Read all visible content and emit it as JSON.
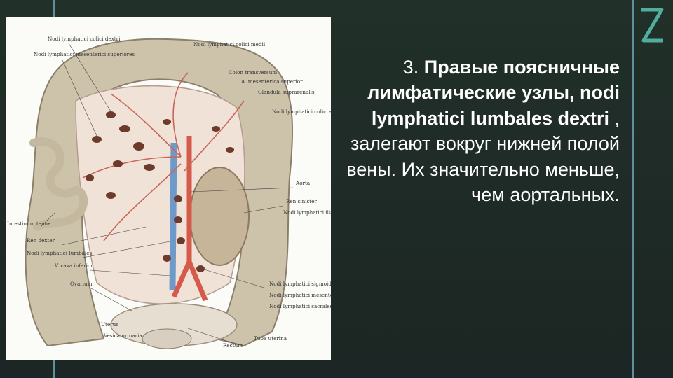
{
  "slide": {
    "text": {
      "number": "3.",
      "title_bold": "Правые поясничные лимфатические узлы, nodi lymphatici lumbales dextri",
      "rest": " , залегают вокруг нижней полой вены. Их значительно меньше, чем аортальных."
    },
    "colors": {
      "background": "#1f2a27",
      "accent_line": "#5e8f9b",
      "text": "#ffffff"
    },
    "logo_icon": "z-letter-logo"
  },
  "figure": {
    "labels_left": [
      "Nodi lymphatici colici dextri",
      "Nodi lymphatici mesenterici superiores",
      "Intestinum tenue",
      "Ren dexter",
      "Nodi lymphatici lumbales",
      "V. cava inferior",
      "Ovarium",
      "Uterus",
      "Vesica urinaria"
    ],
    "labels_right": [
      "Nodi lymphatici colici medii",
      "Colon transversum",
      "A. mesenterica superior",
      "Glandula suprarenalis",
      "Nodi lymphatici colici sinistri",
      "Aorta",
      "Ren sinister",
      "Nodi lymphatici iliaci communes",
      "Nodi lymphatici sigmoidei",
      "Nodi lymphatici mesenterici inferiores",
      "Nodi lymphatici sacrales superiores",
      "Tuba uterina",
      "Rectum"
    ]
  }
}
